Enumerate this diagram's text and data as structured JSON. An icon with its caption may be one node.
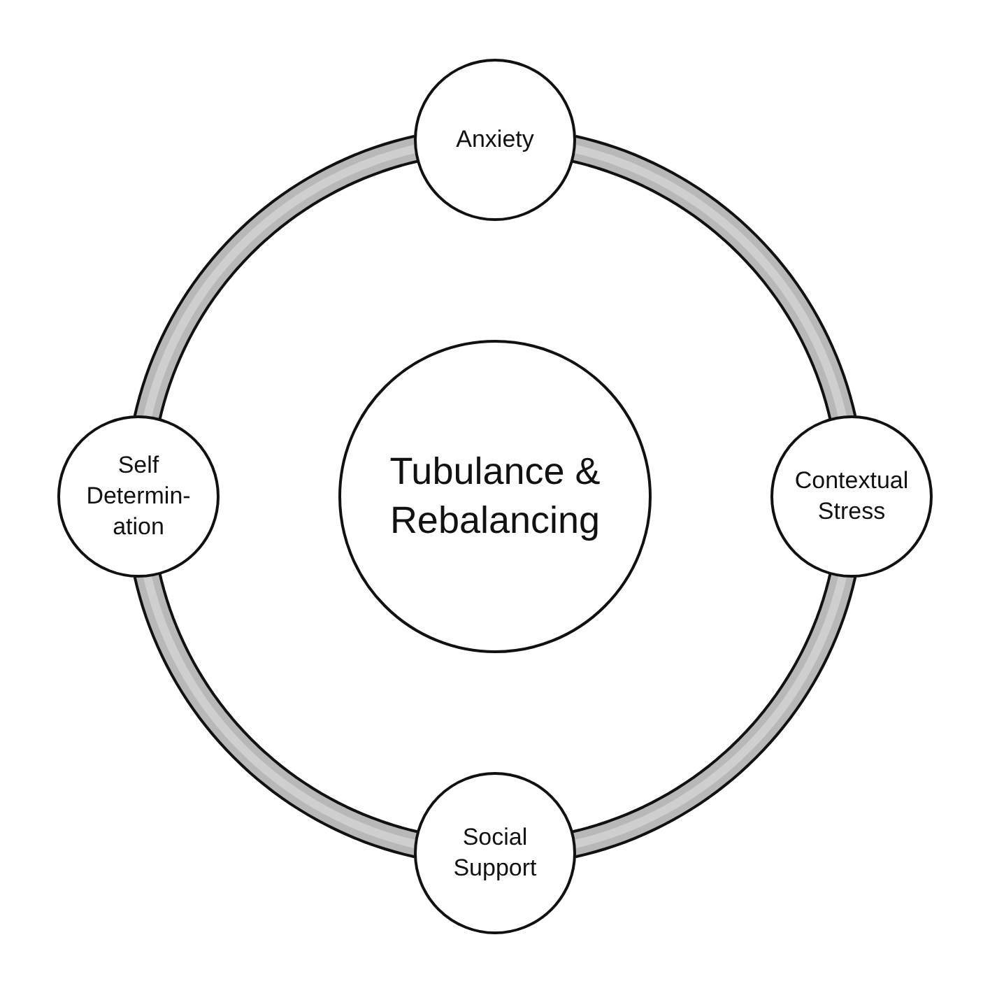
{
  "diagram": {
    "nodes": [
      {
        "text": [
          "Anxiety"
        ]
      },
      {
        "text": [
          "Self Determin- ation"
        ]
      },
      {
        "text": [
          "Tubulance & Rebalancing"
        ]
      },
      {
        "text": [
          "Contextual Stress"
        ]
      },
      {
        "text": [
          "Social Support"
        ]
      }
    ],
    "edges": [
      {
        "from": 0,
        "to": 3,
        "arrow": "none"
      },
      {
        "from": 3,
        "to": 4,
        "arrow": "none"
      },
      {
        "from": 4,
        "to": 1,
        "arrow": "none"
      },
      {
        "from": 1,
        "to": 0,
        "arrow": "none"
      }
    ]
  }
}
